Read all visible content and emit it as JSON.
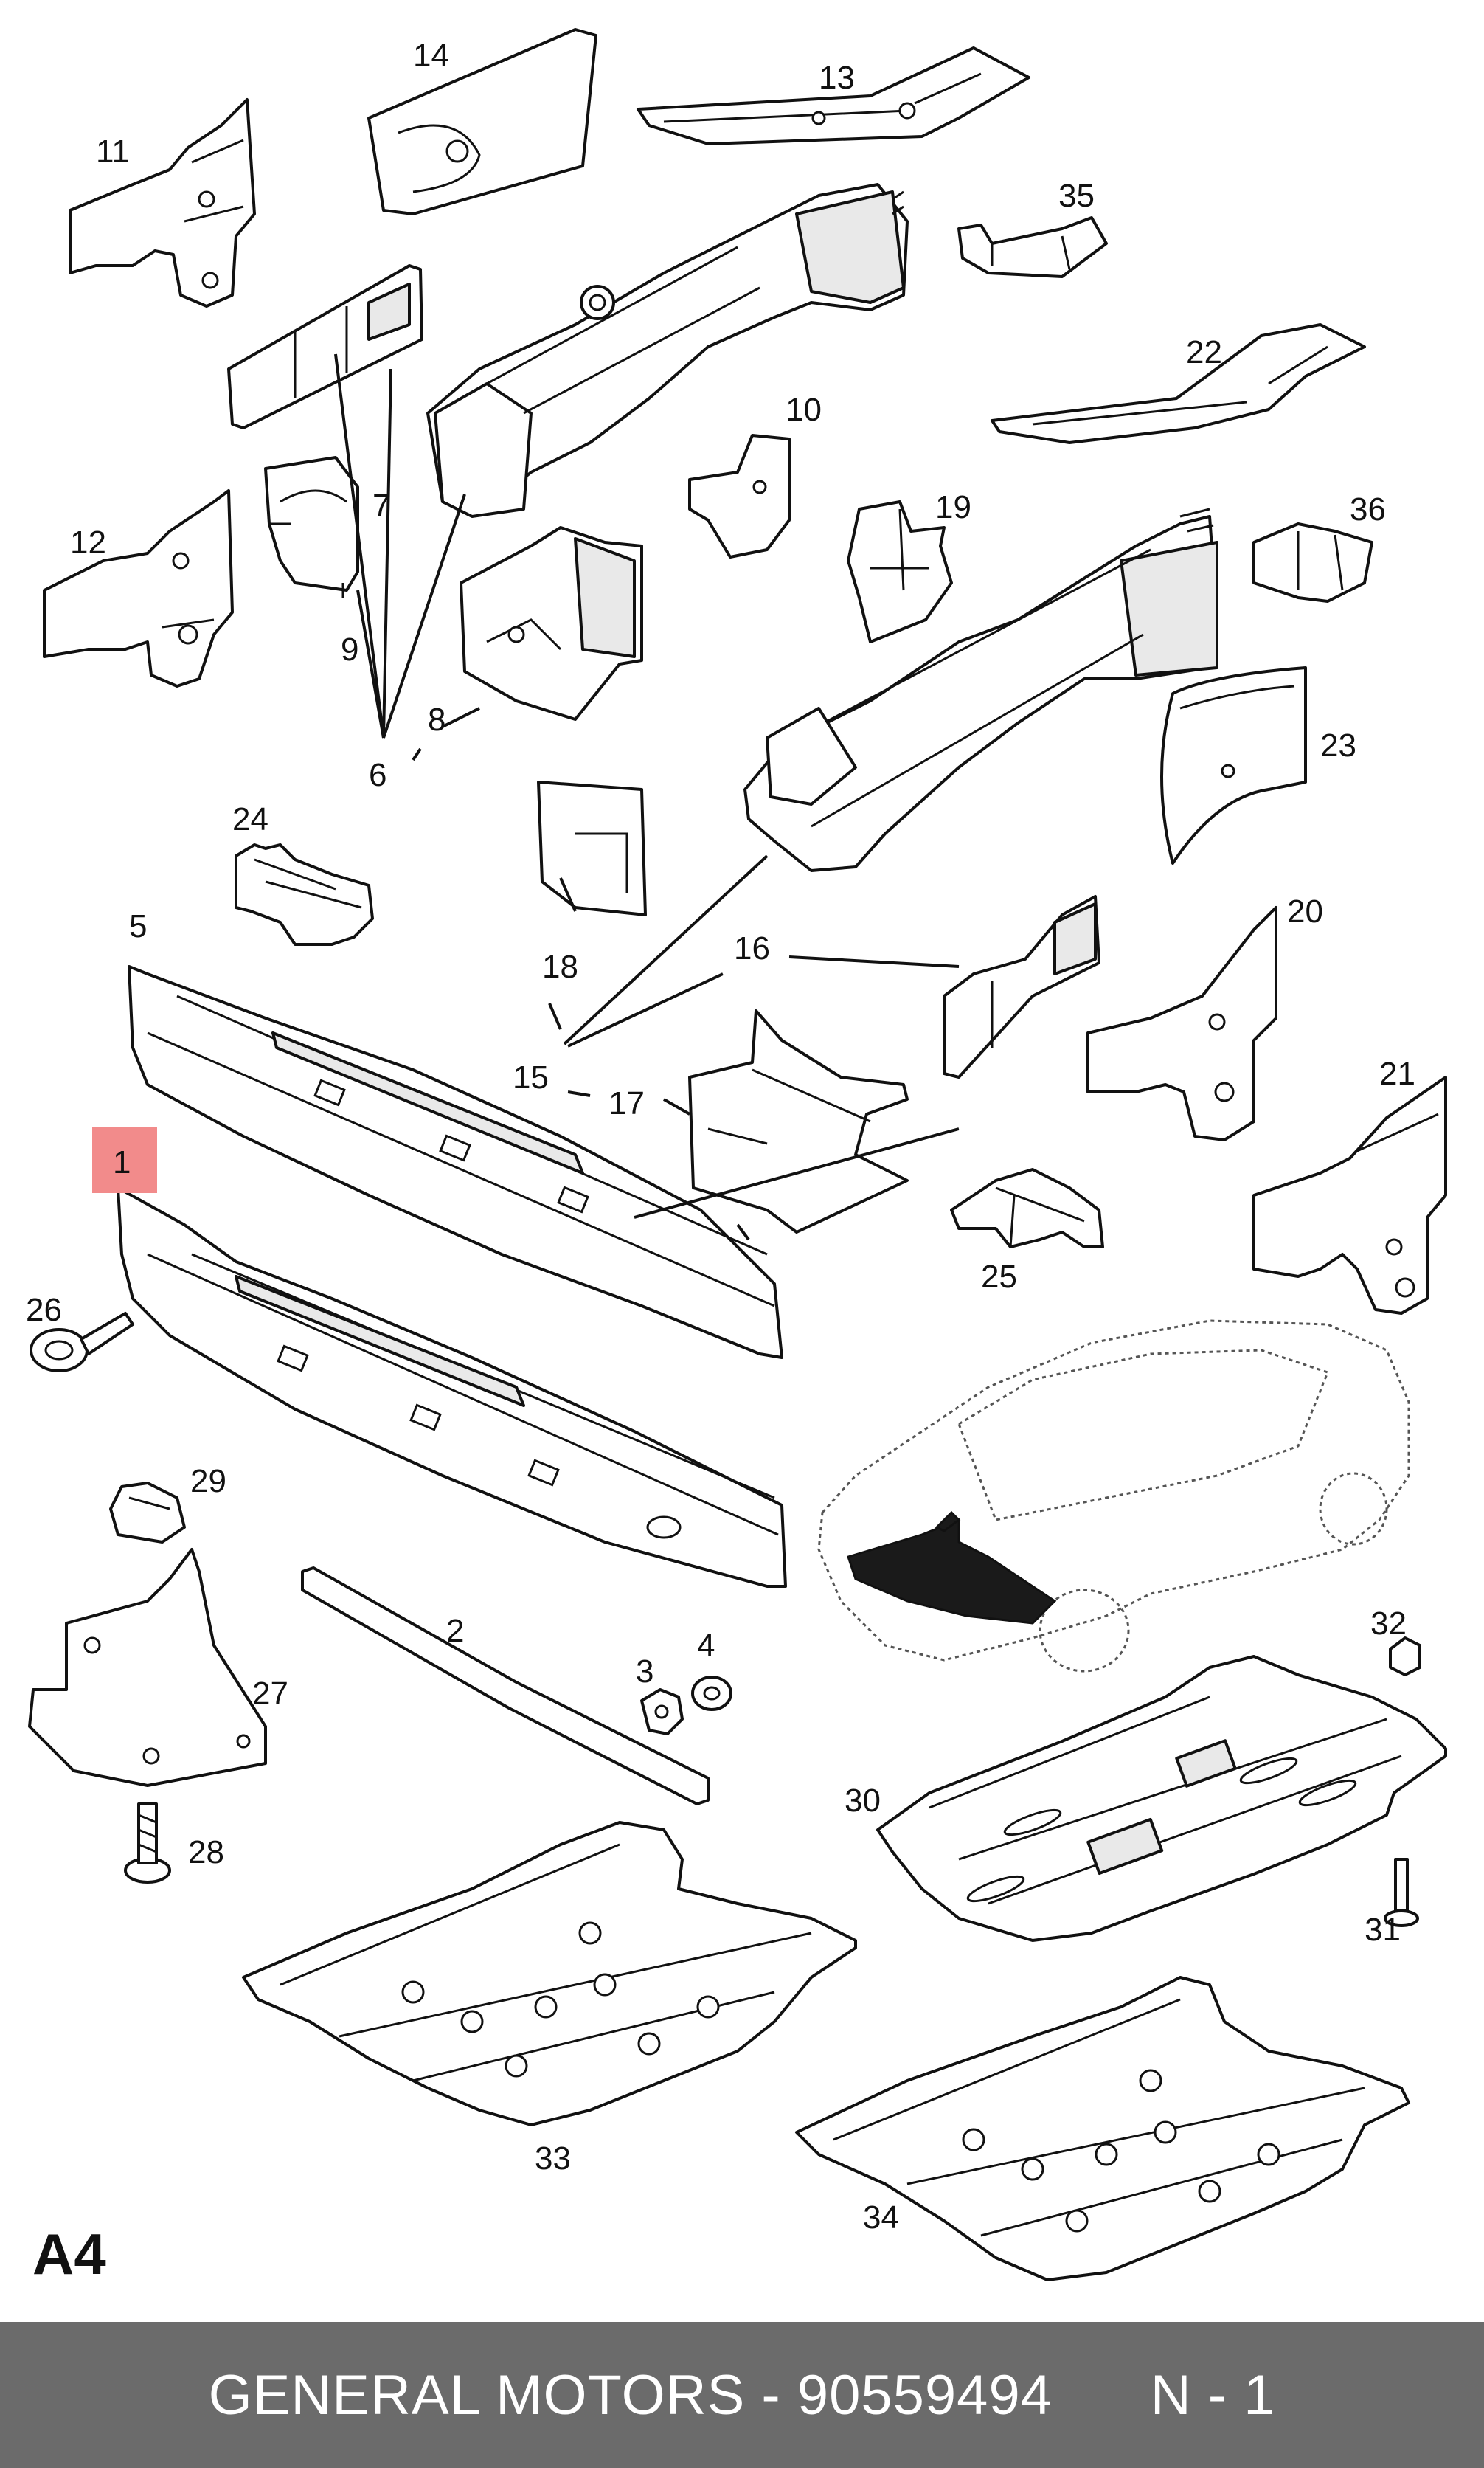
{
  "diagram": {
    "page_code": "A4",
    "highlight_color": "#f28b8b",
    "footer_bg": "#6b6b6b",
    "callouts": {
      "c1": "1",
      "c2": "2",
      "c3": "3",
      "c4": "4",
      "c5": "5",
      "c6": "6",
      "c7": "7",
      "c8": "8",
      "c9": "9",
      "c10": "10",
      "c11": "11",
      "c12": "12",
      "c13": "13",
      "c14": "14",
      "c15": "15",
      "c16": "16",
      "c17": "17",
      "c18": "18",
      "c19": "19",
      "c20": "20",
      "c21": "21",
      "c22": "22",
      "c23": "23",
      "c24": "24",
      "c25": "25",
      "c26": "26",
      "c27": "27",
      "c28": "28",
      "c29": "29",
      "c30": "30",
      "c31": "31",
      "c32": "32",
      "c33": "33",
      "c34": "34",
      "c35": "35",
      "c36": "36"
    }
  },
  "footer": {
    "brand": "GENERAL MOTORS",
    "separator": " - ",
    "part_number": "90559494",
    "quantity": "N - 1"
  }
}
